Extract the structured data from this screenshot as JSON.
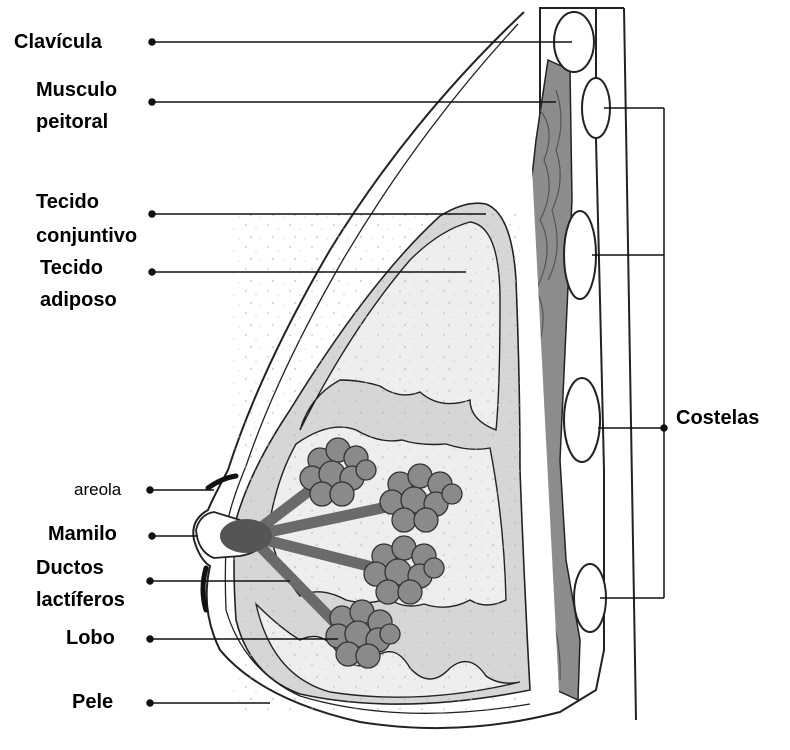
{
  "diagram": {
    "labels": {
      "clavicula": "Clavícula",
      "musculo_peitoral": [
        "Musculo",
        "peitoral"
      ],
      "tecido_conjuntivo": [
        "Tecido",
        "conjuntivo"
      ],
      "tecido_adiposo": [
        "Tecido",
        "adiposo"
      ],
      "areola": "areola",
      "mamilo": "Mamilo",
      "ductos_lactiferos": [
        "Ductos",
        "lactíferos"
      ],
      "lobo": "Lobo",
      "pele": "Pele",
      "costelas": "Costelas"
    },
    "colors": {
      "outline": "#222222",
      "connective": "#d6d6d6",
      "adipose": "#eeeeee",
      "muscle": "#8c8c8c",
      "lobule": "#8a8a8a",
      "duct": "#6a6a6a",
      "nipple": "#555555"
    }
  }
}
